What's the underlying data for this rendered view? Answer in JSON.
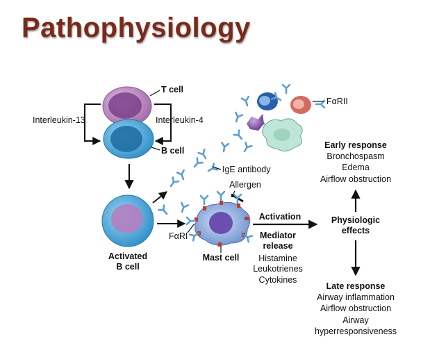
{
  "title": "Pathophysiology",
  "labels": {
    "t_cell": "T cell",
    "b_cell": "B cell",
    "interleukin_13": "Interleukin-13",
    "interleukin_4": "Interleukin-4",
    "fcari": "FαRII",
    "ige_antibody": "IgE antibody",
    "allergen": "Allergen",
    "activated_line1": "Activated",
    "activated_line2": "B cell",
    "fcri": "FαRI",
    "mast_cell": "Mast cell",
    "activation": "Activation",
    "mediator_line1": "Mediator",
    "mediator_line2": "release",
    "histamine": "Histamine",
    "leukotrienes": "Leukotrienes",
    "cytokines": "Cytokines",
    "physio_line1": "Physiologic",
    "physio_line2": "effects",
    "early_title": "Early response",
    "early_1": "Bronchospasm",
    "early_2": "Edema",
    "early_3": "Airflow obstruction",
    "late_title": "Late response",
    "late_1": "Airway inflammation",
    "late_2": "Airflow obstruction",
    "late_3": "Airway",
    "late_4": "hyperresponsiveness"
  },
  "colors": {
    "title": "#7a2a1a",
    "t_cell": "#b87bb8",
    "b_cell": "#4aa8d8",
    "mast_cell": "#8fb0e0",
    "antibody": "#5a9fd4",
    "receptor": "#c0392b",
    "allergen": "#333333"
  }
}
